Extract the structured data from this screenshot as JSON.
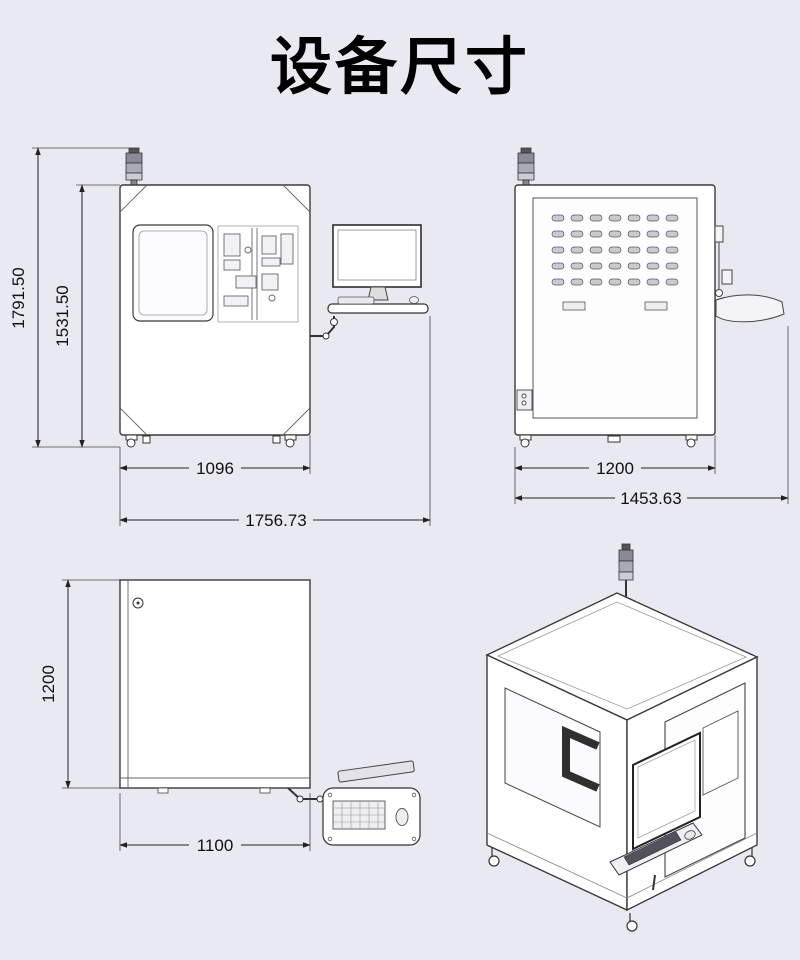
{
  "page": {
    "title": "设备尺寸",
    "background": "#e9e9f2"
  },
  "views": {
    "front": {
      "overall_height": "1791.50",
      "cabinet_height": "1531.50",
      "cabinet_width": "1096",
      "overall_width": "1756.73"
    },
    "rear": {
      "cabinet_width": "1200",
      "overall_width": "1453.63"
    },
    "top": {
      "depth": "1200",
      "width": "1100"
    }
  }
}
